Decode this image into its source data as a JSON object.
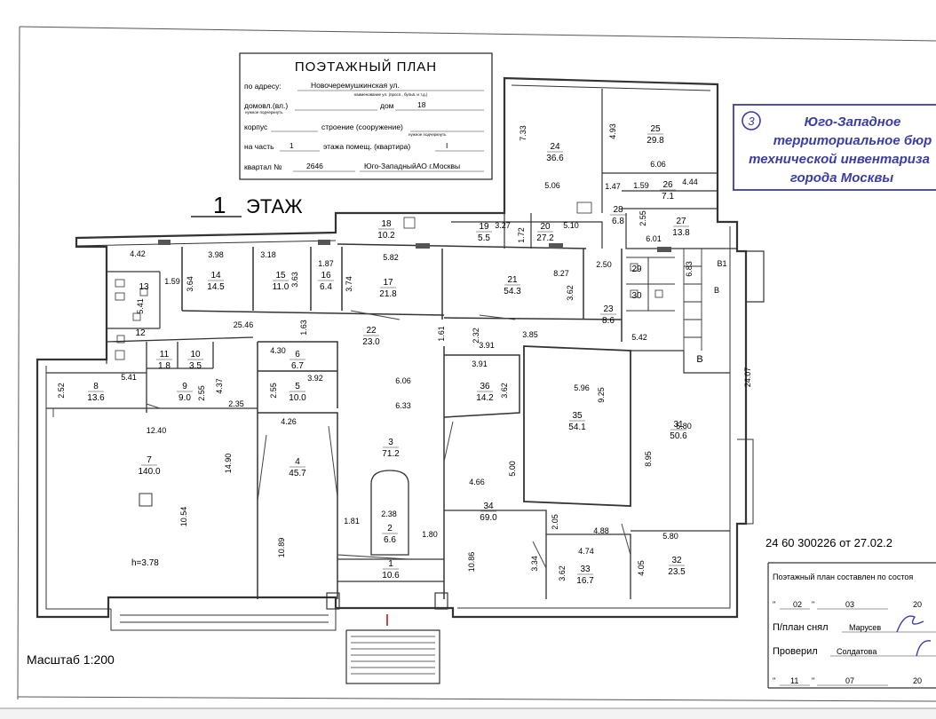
{
  "title_block": {
    "heading": "ПОЭТАЖНЫЙ ПЛАН",
    "address_label": "по адресу:",
    "address_value": "Новочеремушкинская ул.",
    "address_hint": "наименование ул. (просп., бульв. и т.д.)",
    "house_label": "домовл.(вл.)",
    "house_hint": "нужное подчеркнуть",
    "house_no_label": "дом",
    "house_no_value": "18",
    "korpus_label": "корпус",
    "building_label": "строение (сооружение)",
    "building_hint": "нужное подчеркнуть",
    "part_label": "на часть",
    "part_value": "1",
    "floor_label": "этажа помещ. (квартира)",
    "floor_value": "I",
    "block_label": "квартал №",
    "block_value": "2646",
    "district_value": "Юго-ЗападныйАО г.Москвы"
  },
  "floor_title": {
    "number": "1",
    "text": "ЭТАЖ"
  },
  "stamp": {
    "number": "3",
    "lines": [
      "Юго-Западное",
      "территориальное бюр",
      "технической инвентариза",
      "города Москвы"
    ]
  },
  "doc_number": "24 60 300226 от 27.02.2",
  "scale": "Масштаб 1:200",
  "entrance_mark": "I",
  "height_note": "h=3.78",
  "signoff": {
    "compiled": "Поэтажный план составлен по состоя",
    "day1": "02",
    "month1": "03",
    "year1": "20",
    "taken_label": "П/план снял",
    "taken_name": "Марусев",
    "checked_label": "Проверил",
    "checked_name": "Солдатова",
    "day2": "11",
    "month2": "07",
    "year2": "20"
  },
  "rooms": [
    {
      "no": "1",
      "area": "10.6"
    },
    {
      "no": "2",
      "area": "6.6"
    },
    {
      "no": "3",
      "area": "71.2"
    },
    {
      "no": "4",
      "area": "45.7"
    },
    {
      "no": "5",
      "area": "10.0"
    },
    {
      "no": "6",
      "area": "6.7"
    },
    {
      "no": "7",
      "area": "140.0"
    },
    {
      "no": "8",
      "area": "13.6"
    },
    {
      "no": "9",
      "area": "9.0"
    },
    {
      "no": "10",
      "area": "3.5"
    },
    {
      "no": "11",
      "area": "1.8"
    },
    {
      "no": "12",
      "area": ""
    },
    {
      "no": "13",
      "area": ""
    },
    {
      "no": "14",
      "area": "14.5"
    },
    {
      "no": "15",
      "area": "11.0"
    },
    {
      "no": "16",
      "area": "6.4"
    },
    {
      "no": "17",
      "area": "21.8"
    },
    {
      "no": "18",
      "area": "10.2"
    },
    {
      "no": "19",
      "area": "5.5"
    },
    {
      "no": "20",
      "area": "27.2"
    },
    {
      "no": "21",
      "area": "54.3"
    },
    {
      "no": "22",
      "area": "23.0"
    },
    {
      "no": "23",
      "area": "8.6"
    },
    {
      "no": "24",
      "area": "36.6"
    },
    {
      "no": "25",
      "area": "29.8"
    },
    {
      "no": "26",
      "area": "7.1"
    },
    {
      "no": "27",
      "area": "13.8"
    },
    {
      "no": "28",
      "area": "6.8"
    },
    {
      "no": "29",
      "area": ""
    },
    {
      "no": "30",
      "area": ""
    },
    {
      "no": "31",
      "area": "50.6"
    },
    {
      "no": "32",
      "area": "23.5"
    },
    {
      "no": "33",
      "area": "16.7"
    },
    {
      "no": "34",
      "area": "69.0"
    },
    {
      "no": "35",
      "area": "54.1"
    },
    {
      "no": "36",
      "area": "14.2"
    }
  ],
  "dims": [
    "4.42",
    "1.59",
    "5.41",
    "5.41",
    "2.52",
    "3.98",
    "3.64",
    "3.18",
    "3.63",
    "1.87",
    "3.74",
    "5.82",
    "8.27",
    "3.62",
    "2.50",
    "6.83",
    "5.42",
    "25.46",
    "1.63",
    "1.61",
    "2.32",
    "3.91",
    "3.91",
    "3.85",
    "4.30",
    "3.92",
    "2.55",
    "4.37",
    "2.55",
    "2.35",
    "12.40",
    "14.90",
    "10.54",
    "4.26",
    "10.89",
    "6.06",
    "6.33",
    "2.38",
    "1.81",
    "1.80",
    "3.62",
    "5.96",
    "9.25",
    "4.66",
    "5.00",
    "10.86",
    "2.05",
    "4.88",
    "4.74",
    "3.34",
    "3.62",
    "5.80",
    "8.95",
    "5.80",
    "4.05",
    "24.07",
    "7.33",
    "5.06",
    "4.93",
    "6.06",
    "1.47",
    "1.59",
    "4.44",
    "2.55",
    "6.01",
    "3.27",
    "1.72",
    "5.10"
  ],
  "room_letters": [
    "В1",
    "В",
    "В"
  ]
}
